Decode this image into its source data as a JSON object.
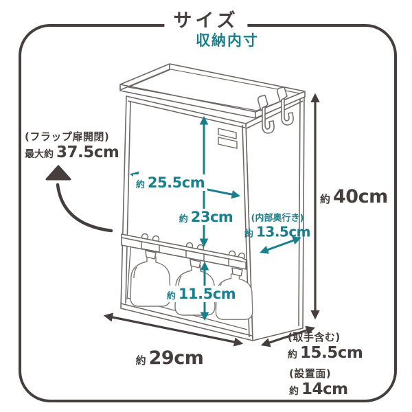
{
  "page": {
    "title": "サイズ",
    "subtitle": "収納内寸"
  },
  "colors": {
    "ink": "#463d3d",
    "accent_teal": "#1a7f8d",
    "line_art": "#6e6765",
    "background": "#ffffff"
  },
  "flap": {
    "note": "(フラップ扉開閉)",
    "prefix": "最大約",
    "value": "37.5cm"
  },
  "dims": {
    "inner_width": {
      "prefix": "約",
      "value": "25.5cm"
    },
    "inner_height": {
      "prefix": "約",
      "value": "23cm"
    },
    "lower_inner_height": {
      "prefix": "約",
      "value": "11.5cm"
    },
    "inner_depth": {
      "note": "(内部奥行き)",
      "prefix": "約",
      "value": "13.5cm"
    },
    "outer_height": {
      "prefix": "約",
      "value": "40cm"
    },
    "outer_width": {
      "prefix": "約",
      "value": "29cm"
    },
    "depth_with_handle": {
      "note": "(取手含む)",
      "prefix": "約",
      "value": "15.5cm"
    },
    "depth_base": {
      "note": "(設置面)",
      "prefix": "約",
      "value": "14cm"
    }
  }
}
